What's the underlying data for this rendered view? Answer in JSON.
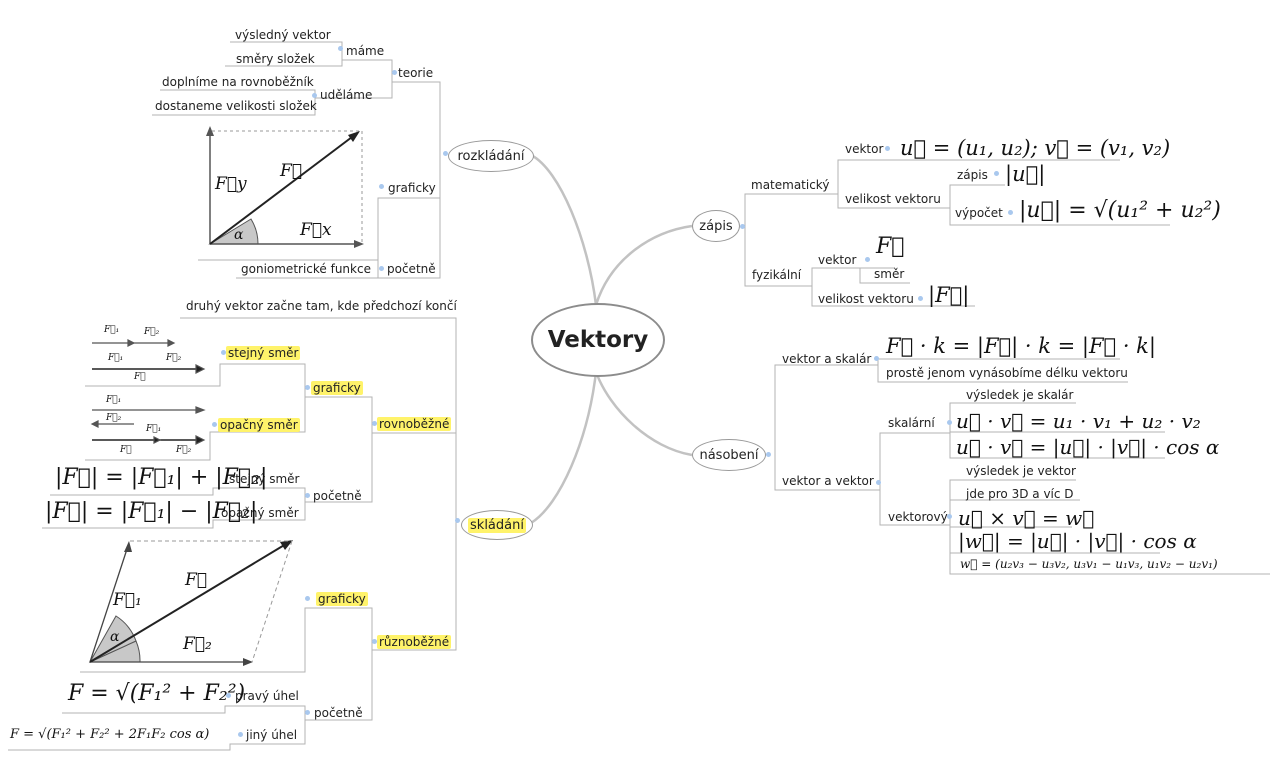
{
  "root": "Vektory",
  "branches": {
    "rozkladani": {
      "label": "rozkládání",
      "teorie": "teorie",
      "mame": "máme",
      "vysledny_vektor": "výsledný vektor",
      "smery_slozek": "směry složek",
      "udelame": "uděláme",
      "doplnime": "doplníme na rovnoběžník",
      "dostaneme": "dostaneme velikosti složek",
      "graficky": "graficky",
      "pocetne": "početně",
      "goniometricke": "goniometrické funkce",
      "diagram": {
        "F": "F⃗",
        "Fx": "F⃗x",
        "Fy": "F⃗y",
        "alpha": "α"
      }
    },
    "skladani": {
      "label": "skládání",
      "druhy_vektor": "druhý vektor začne tam, kde předchozí končí",
      "rovnobezne": "rovnoběžné",
      "graficky": "graficky",
      "stejny_smer": "stejný směr",
      "opacny_smer": "opačný směr",
      "pocetne": "početně",
      "stejny_smer_2": "stejný směr",
      "opacny_smer_2": "opačný směr",
      "eq_sum": "|F⃗| = |F⃗₁| + |F⃗₂|",
      "eq_diff": "|F⃗| = |F⃗₁| − |F⃗₂|",
      "ruznobezne": "různoběžné",
      "graficky_2": "graficky",
      "pocetne_2": "početně",
      "pravy_uhel": "pravý úhel",
      "jiny_uhel": "jiný úhel",
      "eq_pyth": "F = √(F₁² + F₂²)",
      "eq_cos": "F = √(F₁² + F₂² + 2F₁F₂ cos α)",
      "mini": {
        "F1": "F⃗₁",
        "F2": "F⃗₂",
        "F": "F⃗"
      },
      "para": {
        "F": "F⃗",
        "F1": "F⃗₁",
        "F2": "F⃗₂",
        "alpha": "α"
      }
    },
    "zapis": {
      "label": "zápis",
      "matematicky": "matematický",
      "vektor": "vektor",
      "eq_vektor": "u⃗ = (u₁, u₂); v⃗ = (v₁, v₂)",
      "velikost_vektoru": "velikost vektoru",
      "zapis_leaf": "zápis",
      "eq_zapis": "|u⃗|",
      "vypocet": "výpočet",
      "eq_vypocet": "|u⃗| = √(u₁² + u₂²)",
      "fyzikalni": "fyzikální",
      "vektor_2": "vektor",
      "eq_F": "F⃗",
      "smer": "směr",
      "velikost_vektoru_2": "velikost vektoru",
      "eq_absF": "|F⃗|"
    },
    "nasobeni": {
      "label": "násobení",
      "vektor_a_skalar": "vektor a skalár",
      "eq_skalar": "F⃗ · k = |F⃗| · k = |F⃗ · k|",
      "proste": "prostě jenom vynásobíme délku vektoru",
      "vektor_a_vektor": "vektor a vektor",
      "skalarni": "skalární",
      "vysledek_skalar": "výsledek je skalár",
      "eq_dot1": "u⃗ · v⃗ = u₁ · v₁ + u₂ · v₂",
      "eq_dot2": "u⃗ · v⃗ = |u⃗| · |v⃗| · cos α",
      "vektorovy": "vektorový",
      "vysledek_vektor": "výsledek je vektor",
      "jde_pro": "jde pro 3D a víc D",
      "eq_cross1": "u⃗ × v⃗ = w⃗",
      "eq_cross2": "|w⃗| = |u⃗| · |v⃗| · cos α",
      "eq_cross3": "w⃗ = (u₂v₃ − u₃v₂, u₃v₁ − u₁v₃, u₁v₂ − u₂v₁)"
    }
  },
  "colors": {
    "highlight": "#fff36a",
    "connector": "#bdbdbd",
    "dot": "#a9c8ee",
    "text": "#222222"
  }
}
